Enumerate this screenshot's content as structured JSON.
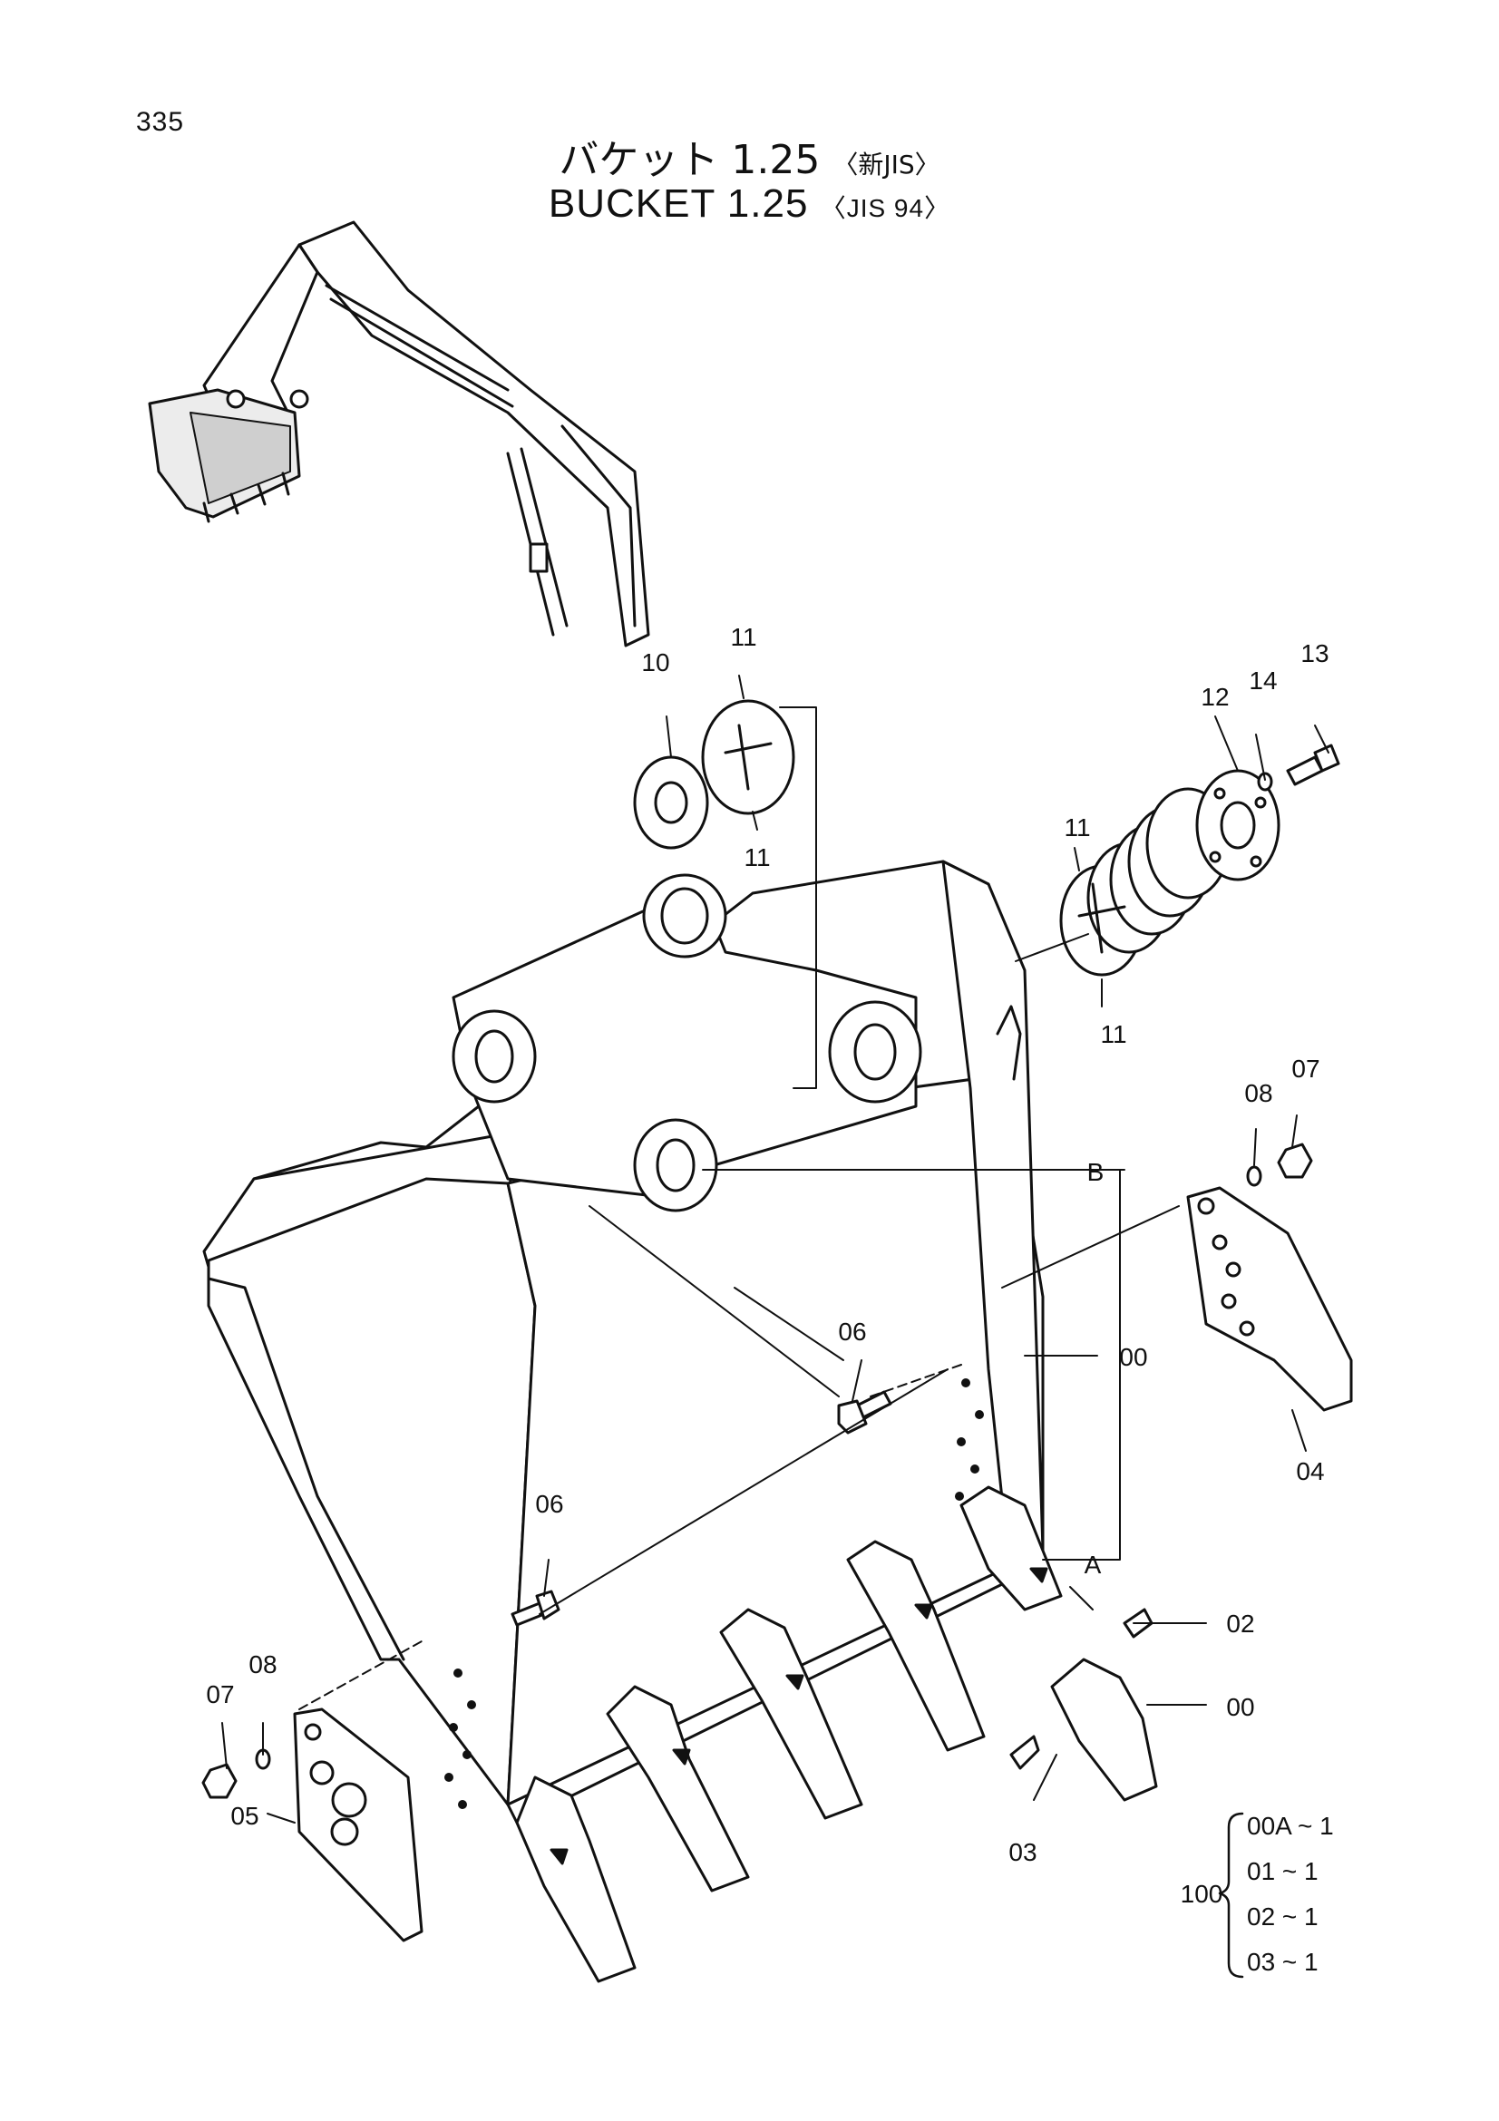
{
  "page_number": "335",
  "title_jp": {
    "main": "バケット 1.25",
    "tag": "〈新JIS〉"
  },
  "title_en": {
    "main": "BUCKET  1.25",
    "tag": "〈JIS 94〉"
  },
  "callouts": [
    {
      "id": "c10a",
      "text": "10"
    },
    {
      "id": "c11a",
      "text": "11"
    },
    {
      "id": "c11b",
      "text": "11"
    },
    {
      "id": "c11c",
      "text": "11"
    },
    {
      "id": "c11d",
      "text": "11"
    },
    {
      "id": "c12",
      "text": "12"
    },
    {
      "id": "c13",
      "text": "13"
    },
    {
      "id": "c14",
      "text": "14"
    },
    {
      "id": "c07a",
      "text": "07"
    },
    {
      "id": "c08a",
      "text": "08"
    },
    {
      "id": "cB",
      "text": "B"
    },
    {
      "id": "c00a",
      "text": "00"
    },
    {
      "id": "c06a",
      "text": "06"
    },
    {
      "id": "c04",
      "text": "04"
    },
    {
      "id": "c06b",
      "text": "06"
    },
    {
      "id": "cA",
      "text": "A"
    },
    {
      "id": "c02",
      "text": "02"
    },
    {
      "id": "c00b",
      "text": "00"
    },
    {
      "id": "c07b",
      "text": "07"
    },
    {
      "id": "c08b",
      "text": "08"
    },
    {
      "id": "c05",
      "text": "05"
    },
    {
      "id": "c03",
      "text": "03"
    }
  ],
  "kit": {
    "label": "100",
    "rows": [
      "00A ~ 1",
      "01  ~ 1",
      "02  ~ 1",
      "03  ~ 1"
    ]
  }
}
